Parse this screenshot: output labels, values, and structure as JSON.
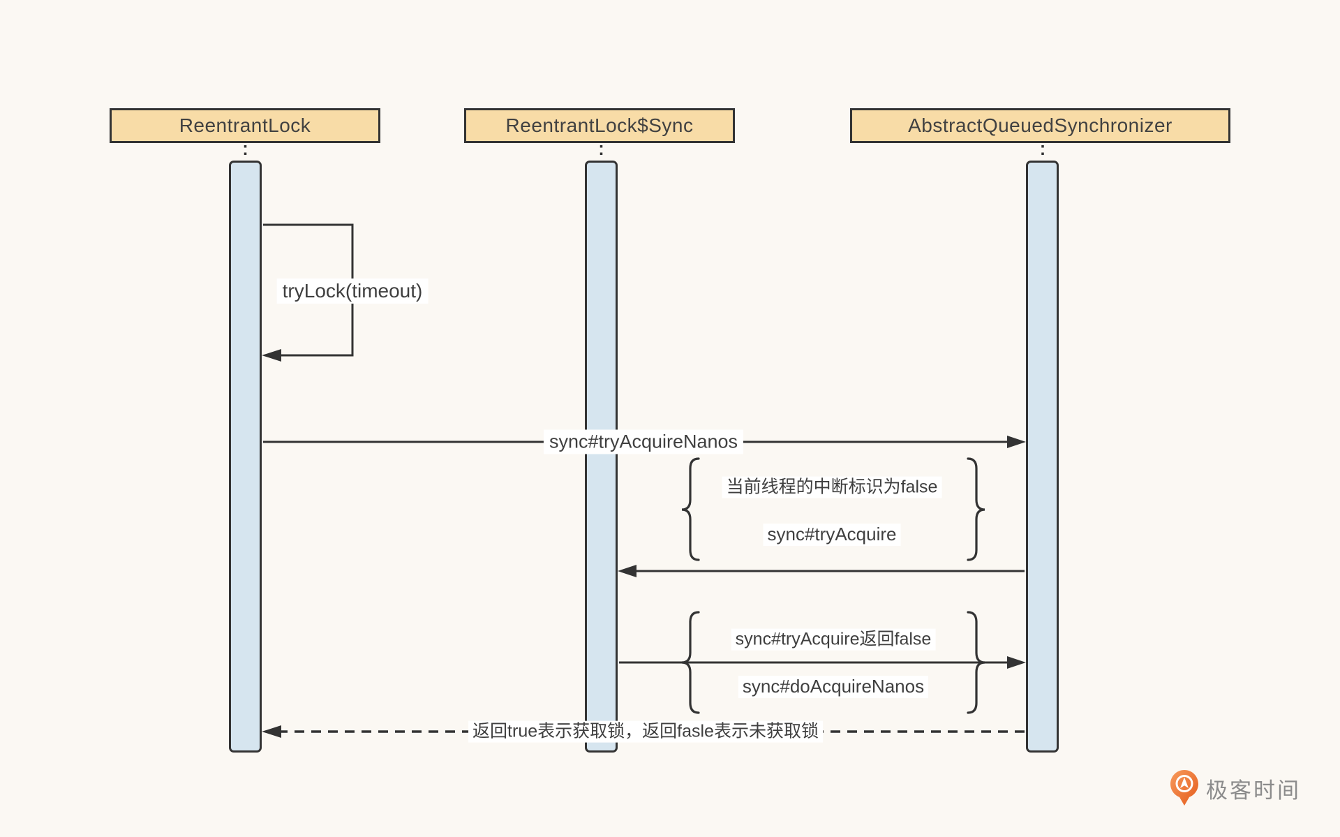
{
  "colors": {
    "background": "#fbf8f3",
    "participant_fill": "#f8dca7",
    "participant_border": "#333333",
    "activation_fill": "#d6e5ef",
    "line": "#333333",
    "text": "#3f3f3f",
    "label_background": "#ffffff",
    "logo_orange": "#e86a26",
    "logo_text_color": "#8b8b8b"
  },
  "participants": [
    {
      "name": "ReentrantLock"
    },
    {
      "name": "ReentrantLock$Sync"
    },
    {
      "name": "AbstractQueuedSynchronizer"
    }
  ],
  "messages": {
    "self_call": "tryLock(timeout)",
    "call_try_acquire_nanos": "sync#tryAcquireNanos",
    "return_label": "返回true表示获取锁，返回fasle表示未获取锁"
  },
  "annotations": [
    {
      "line1": "当前线程的中断标识为false",
      "line2": "sync#tryAcquire"
    },
    {
      "line1": "sync#tryAcquire返回false",
      "line2": "sync#doAcquireNanos"
    }
  ],
  "logo": {
    "text": "极客时间"
  }
}
